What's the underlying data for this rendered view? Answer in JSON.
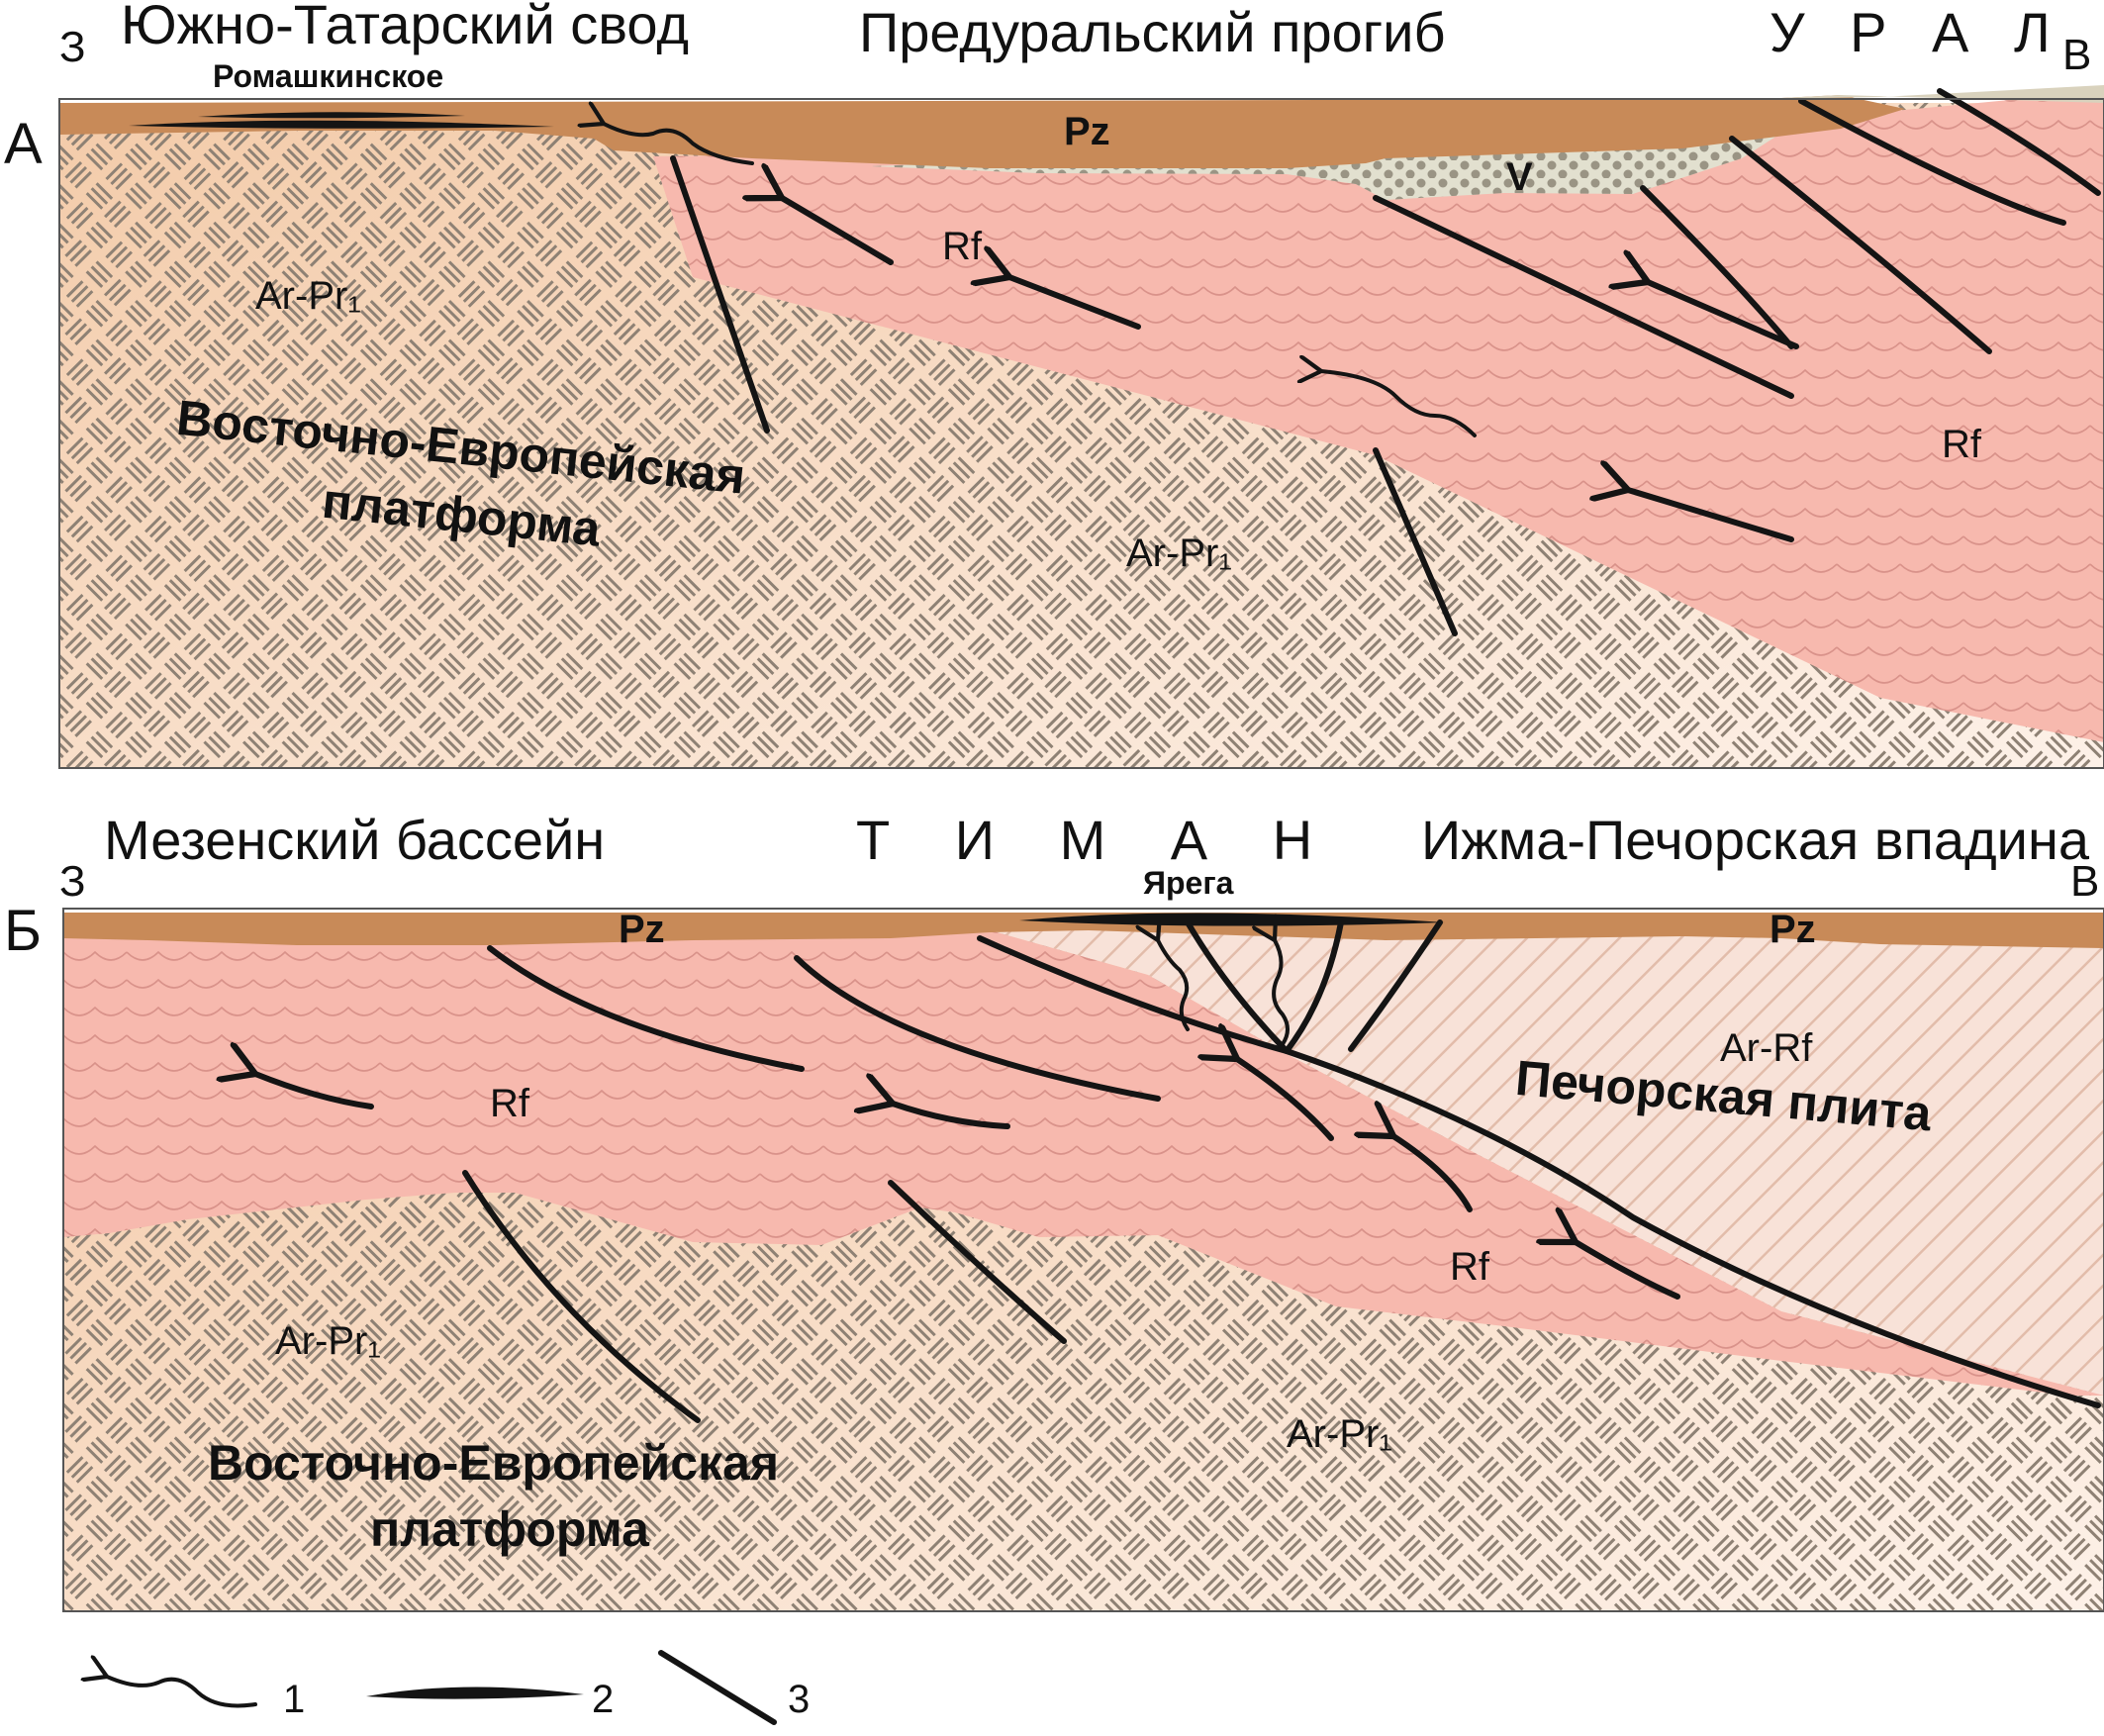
{
  "panel_a": {
    "letter": "А",
    "side_west": "З",
    "side_east": "В",
    "regions": {
      "south_tatar_arch": "Южно-Татарский свод",
      "pre_ural_trough": "Предуральский прогиб",
      "ural": "У Р А Л"
    },
    "deposit": "Ромашкинское",
    "units": {
      "pz": "Pz",
      "v": "V",
      "rf_center": "Rf",
      "rf_east": "Rf",
      "ar_pr1_west": "Ar-Pr₁",
      "ar_pr1_center": "Ar-Pr₁"
    },
    "platform_line1": "Восточно-Европейская",
    "platform_line2": "платформа"
  },
  "panel_b": {
    "letter": "Б",
    "side_west": "З",
    "side_east": "В",
    "regions": {
      "mezen_basin": "Мезенский бассейн",
      "timan": "Т И М А Н",
      "izhma_pechora": "Ижма-Печорская впадина"
    },
    "deposit": "Ярега",
    "units": {
      "pz_west": "Pz",
      "pz_east": "Pz",
      "rf_west": "Rf",
      "rf_center": "Rf",
      "ar_rf": "Ar-Rf",
      "ar_pr1_west": "Ar-Pr₁",
      "ar_pr1_center": "Ar-Pr₁"
    },
    "plate": "Печорская плита",
    "platform_line1": "Восточно-Европейская",
    "platform_line2": "платформа"
  },
  "legend": [
    {
      "symbol": "wavy-arrow",
      "label": "1"
    },
    {
      "symbol": "lens",
      "label": "2"
    },
    {
      "symbol": "line",
      "label": "3"
    }
  ],
  "colors": {
    "pz": "#c88a58",
    "rf": "#f7b9ae",
    "basement": "#f6d6bd",
    "ar_rf": "#f8e2d8",
    "v": "#e2e0cf",
    "hatch": "#8e8174",
    "fault": "#141414"
  }
}
